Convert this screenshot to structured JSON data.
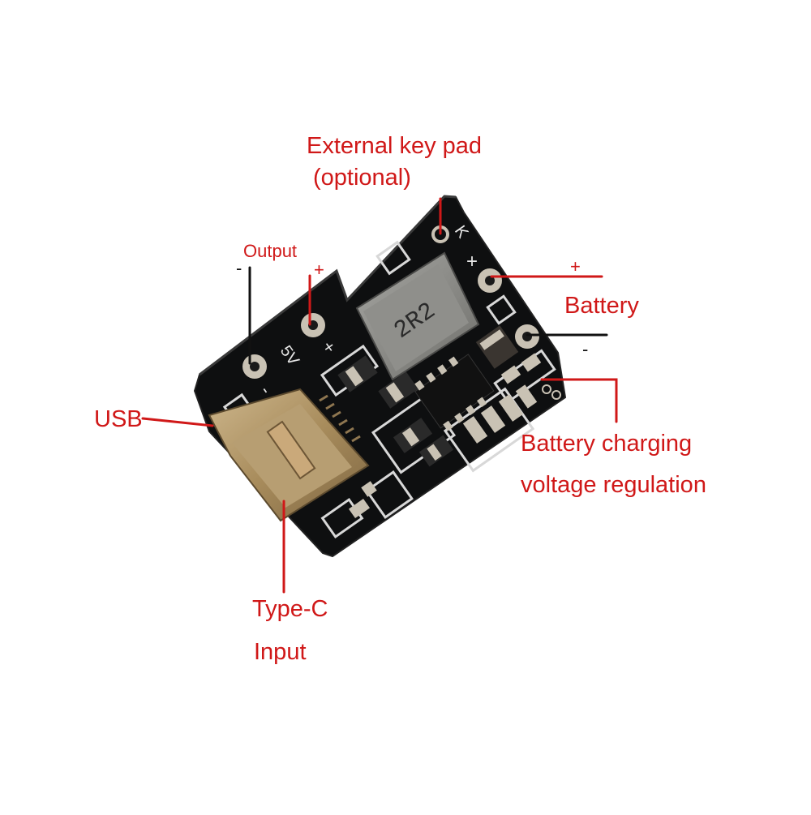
{
  "labels": {
    "external_key_pad_line1": "External key pad",
    "external_key_pad_line2": "(optional)",
    "output": "Output",
    "output_minus": "-",
    "output_plus": "+",
    "battery_plus": "+",
    "battery": "Battery",
    "battery_minus": "-",
    "usb": "USB",
    "charging_line1": "Battery charging",
    "charging_line2": "voltage regulation",
    "typec_line1": "Type-C",
    "typec_line2": "Input"
  },
  "board": {
    "inductor_marking": "2R2",
    "silk_5v": "5V",
    "silk_k": "K",
    "silk_plus_out": "+",
    "silk_minus_out": "-",
    "silk_plus_bat": "+"
  },
  "colors": {
    "annotation": "#d01818",
    "pcb": "#0e0f10",
    "pads": "#c9c2b4",
    "usb_c": "#b09568",
    "inductor": "#8a8a86"
  }
}
